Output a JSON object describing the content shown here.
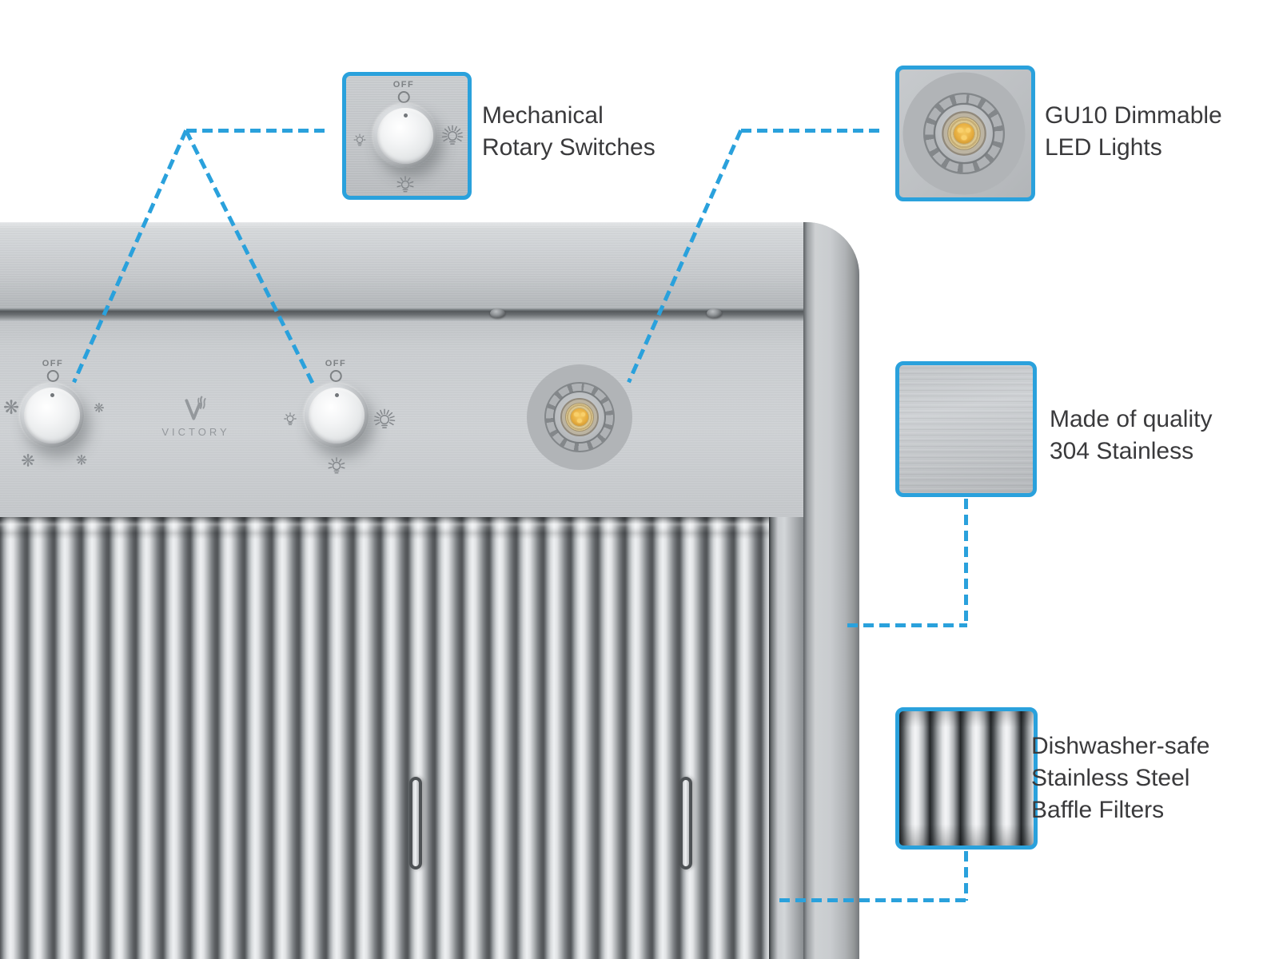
{
  "accent_color": "#2aa1dc",
  "background_color": "#ffffff",
  "brand": {
    "name": "VICTORY"
  },
  "control_panel": {
    "off_label": "OFF",
    "fan_icon_glyph": "❋"
  },
  "callouts": [
    {
      "id": "rotary-switches",
      "lines": [
        "Mechanical",
        "Rotary Switches"
      ]
    },
    {
      "id": "gu10-led-lights",
      "lines": [
        "GU10 Dimmable",
        "LED Lights"
      ]
    },
    {
      "id": "304-stainless",
      "lines": [
        "Made of quality",
        "304 Stainless"
      ]
    },
    {
      "id": "baffle-filters",
      "lines": [
        "Dishwasher-safe",
        "Stainless Steel",
        "Baffle Filters"
      ]
    }
  ]
}
